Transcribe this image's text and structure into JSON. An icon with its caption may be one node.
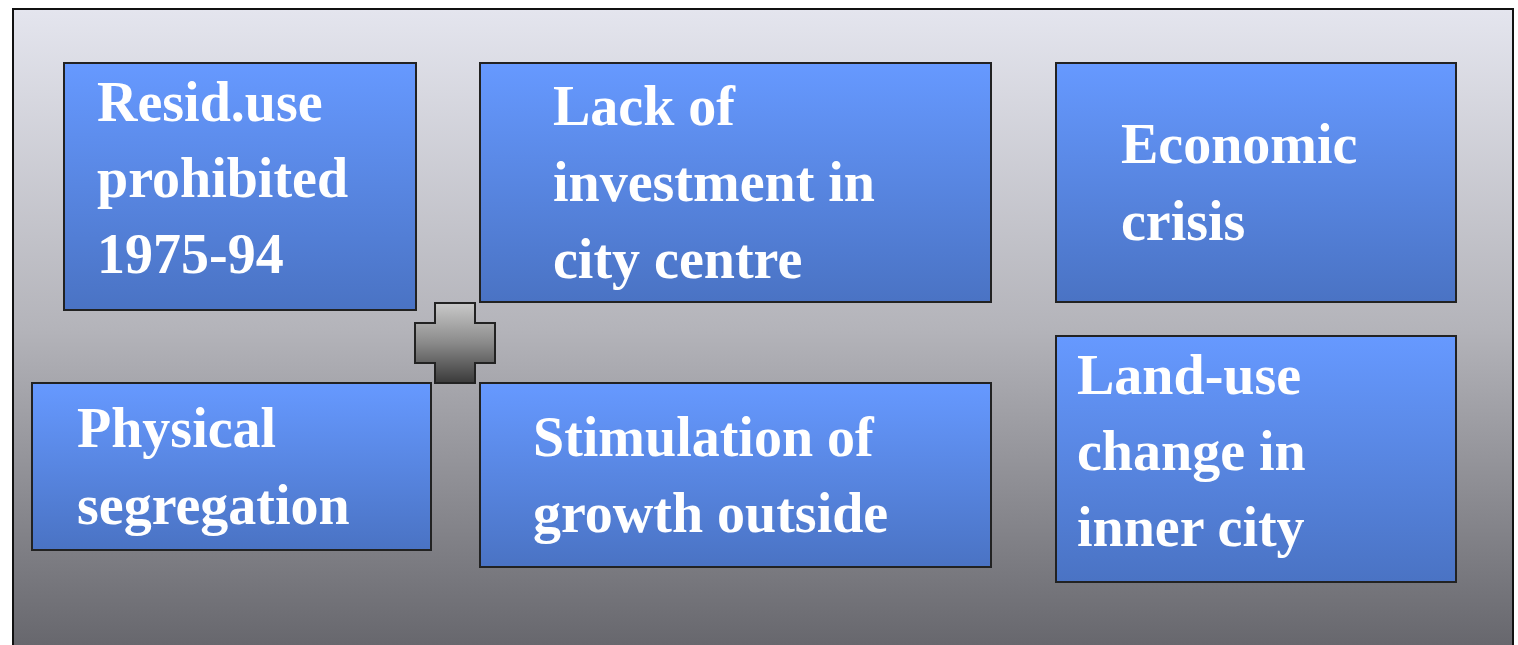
{
  "diagram": {
    "nodes": [
      {
        "text": [
          "Resid.use prohibited 1975-94"
        ]
      },
      {
        "text": [
          "Lack of investment in city centre"
        ]
      },
      {
        "text": [
          "Economic crisis"
        ]
      },
      {
        "text": [
          "Physical segregation"
        ]
      },
      {
        "text": [
          "Stimulation of growth outside"
        ]
      },
      {
        "text": [
          "Land-use change in inner city"
        ]
      }
    ],
    "edges": []
  }
}
